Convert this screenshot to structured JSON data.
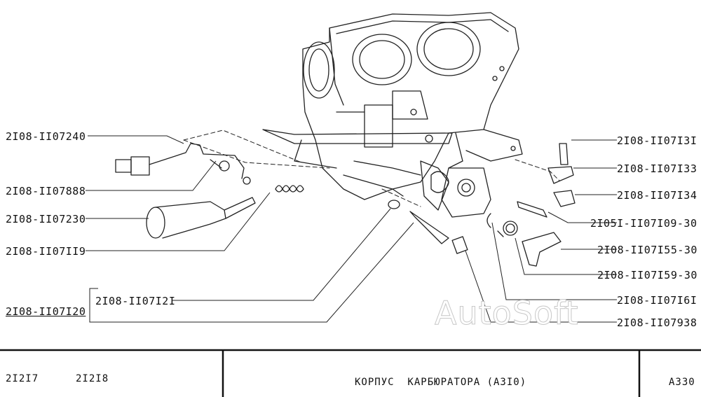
{
  "labels_left": [
    "2I08-II07240",
    "2I08-II07888",
    "2I08-II07230",
    "2I08-II07II9",
    "2I08-II07I2I",
    "2I08-II07I20"
  ],
  "labels_right": [
    "2I08-II07I3I",
    "2I08-II07I33",
    "2I08-II07I34",
    "2I05I-II07I09-30",
    "2I08-II07I55-30",
    "2I08-II07I59-30",
    "2I08-II07I6I",
    "2I08-II07938"
  ],
  "watermark": "AutoSoft",
  "footer": {
    "model_1": "2I2I7",
    "model_2": "2I2I8",
    "title": "КОРПУС  КАРБЮРАТОРА (А3I0)",
    "sheet": "А330"
  }
}
